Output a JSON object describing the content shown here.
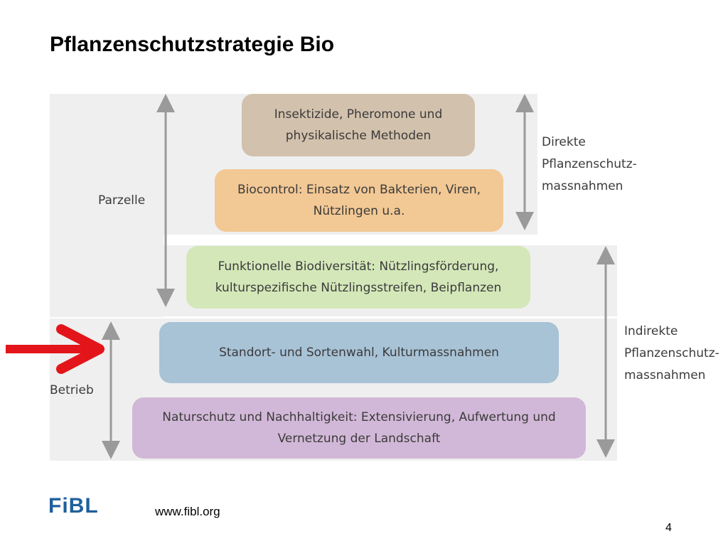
{
  "slide": {
    "title": "Pflanzenschutzstrategie Bio",
    "footer_url": "www.fibl.org",
    "page_number": "4",
    "logo_text": "FiBL"
  },
  "diagram": {
    "levels": [
      {
        "text": "Insektizide, Pheromone und physikalische Methoden",
        "color": "#d2c1ac"
      },
      {
        "text": "Biocontrol: Einsatz von Bakterien, Viren, Nützlingen u.a.",
        "color": "#f2c894"
      },
      {
        "text": "Funktionelle Biodiversität: Nützlingsförderung, kulturspezifische Nützlingsstreifen, Beipflanzen",
        "color": "#d4e7b9"
      },
      {
        "text": "Standort- und Sortenwahl, Kulturmassnahmen",
        "color": "#a8c2d6"
      },
      {
        "text": "Naturschutz und Nachhaltigkeit: Extensivierung, Aufwertung und Vernetzung der Landschaft",
        "color": "#d2b8d8"
      }
    ],
    "scopes": {
      "parzelle": "Parzelle",
      "betrieb": "Betrieb"
    },
    "groups": {
      "direkt": "Direkte Pflanzenschutz-massnahmen",
      "indirekt": "Indirekte Pflanzenschutz-massnahmen"
    },
    "colors": {
      "band": "#efefef",
      "arrow": "#9a9a9a",
      "highlight_arrow": "#e3151a",
      "logo": "#1f5f9b"
    }
  }
}
